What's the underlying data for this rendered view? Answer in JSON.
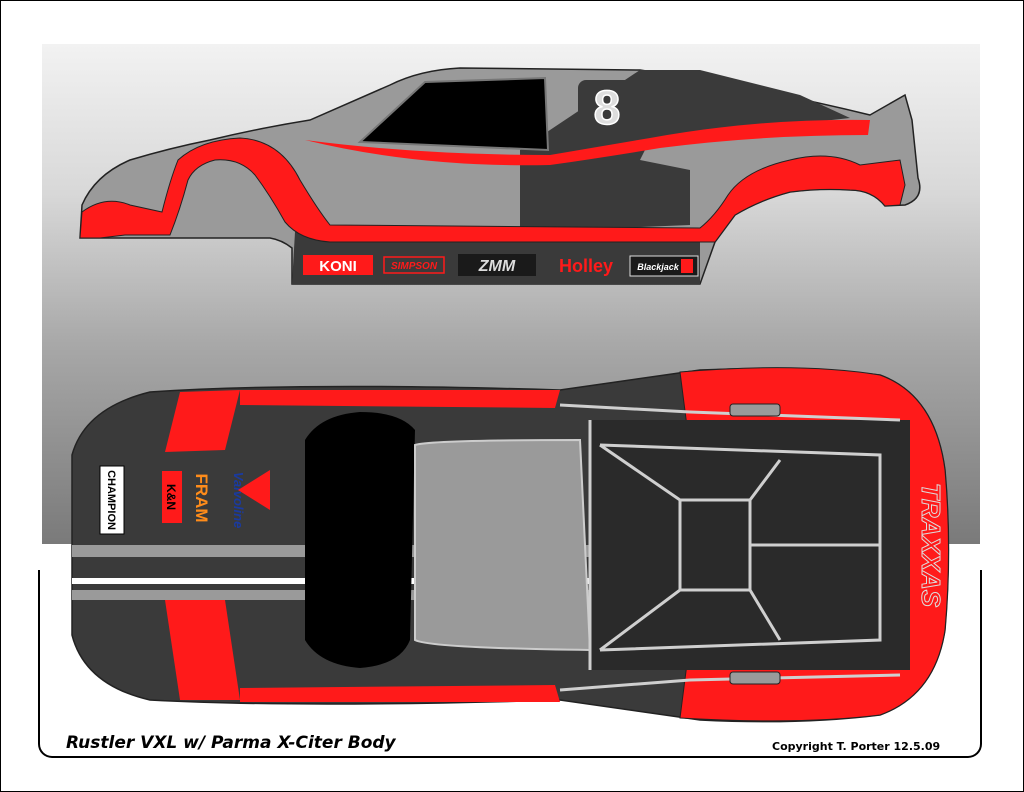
{
  "caption": "Rustler VXL w/ Parma X-Citer Body",
  "copyright": "Copyright T. Porter 12.5.09",
  "car_number": "8",
  "side_sponsors": {
    "koni": "KONI",
    "simpson": "SIMPSON",
    "zmm": "ZMM",
    "holley": "Holley",
    "blackjack": "Blackjack"
  },
  "top_sponsors": {
    "champion": "CHAMPION",
    "kn": "K&N",
    "fram": "FRAM",
    "valvoline": "Valvoline",
    "traxxas": "TRAXXAS"
  },
  "colors": {
    "red": "#ff1a1a",
    "dark": "#3a3a3a",
    "light_gray": "#9a9a9a",
    "black": "#000000"
  }
}
